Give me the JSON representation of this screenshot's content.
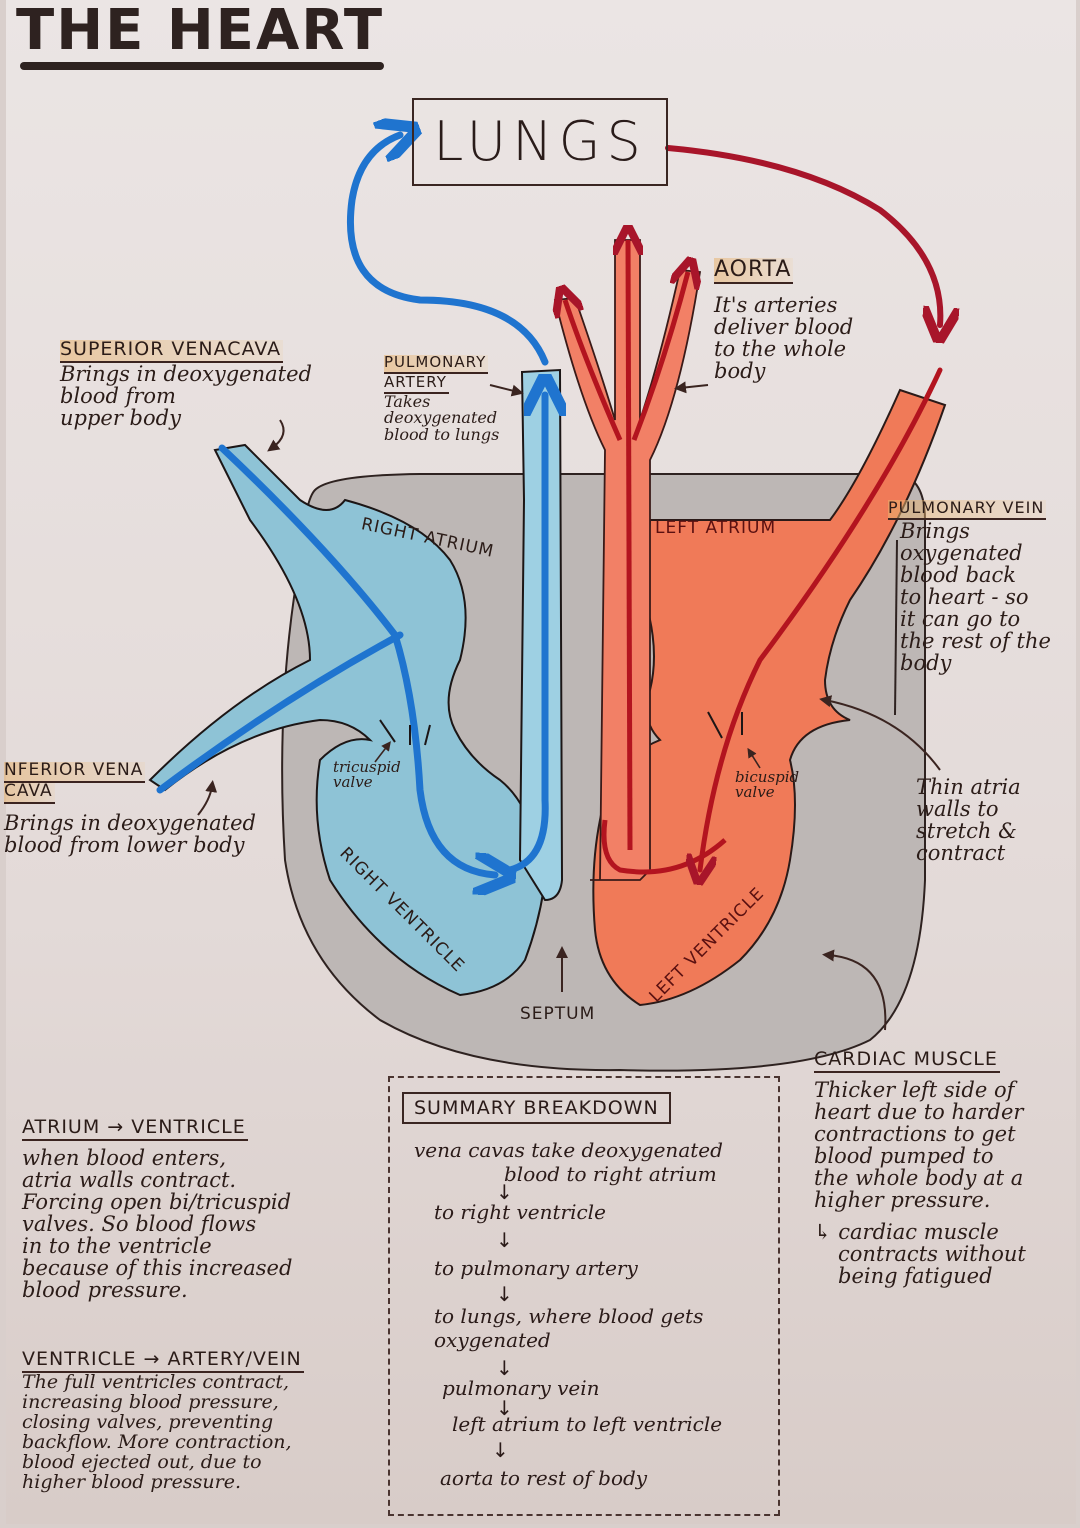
{
  "title": "THE HEART",
  "lungs_label": "LUNGS",
  "colors": {
    "deoxygenated_fill": "#8ec3d6",
    "deoxygenated_line": "#1f74cf",
    "oxygenated_fill": "#f07a58",
    "oxygenated_line": "#b3141f",
    "muscle": "#b8b2b0",
    "highlight": "#e8b26e"
  },
  "chambers": {
    "right_atrium": "RIGHT ATRIUM",
    "left_atrium": "LEFT ATRIUM",
    "right_ventricle": "RIGHT VENTRICLE",
    "left_ventricle": "LEFT VENTRICLE",
    "septum": "SEPTUM",
    "tricuspid": [
      "tricuspid",
      "valve"
    ],
    "bicuspid": [
      "bicuspid",
      "valve"
    ]
  },
  "annotations": {
    "superior_vena_cava": {
      "heading": "SUPERIOR VENACAVA",
      "lines": [
        "Brings in deoxygenated",
        "blood from",
        "upper body"
      ]
    },
    "pulmonary_artery": {
      "heading": [
        "PULMONARY",
        "ARTERY"
      ],
      "lines": [
        "Takes",
        "deoxygenated",
        "blood to lungs"
      ]
    },
    "aorta": {
      "heading": "AORTA",
      "lines": [
        "It's arteries",
        "deliver blood",
        "to the whole",
        "body"
      ]
    },
    "pulmonary_vein": {
      "heading": "PULMONARY VEIN",
      "lines": [
        "Brings",
        "oxygenated",
        "blood back",
        "to heart - so",
        "it can go to",
        "the rest of the",
        "body"
      ]
    },
    "inferior_vena_cava": {
      "heading": [
        "NFERIOR VENA",
        "CAVA"
      ],
      "lines": [
        "Brings in deoxygenated",
        "blood from lower body"
      ]
    },
    "thin_atria": {
      "lines": [
        "Thin atria",
        "walls to",
        "stretch &",
        "contract"
      ]
    },
    "cardiac_muscle": {
      "heading": "CARDIAC MUSCLE",
      "lines": [
        "Thicker left side of",
        "heart due to harder",
        "contractions to get",
        "blood pumped to",
        "the whole body at a",
        "higher pressure."
      ],
      "note": [
        "↳ cardiac muscle",
        "contracts without",
        "being fatigued"
      ]
    },
    "atrium_ventricle": {
      "heading": "ATRIUM → VENTRICLE",
      "lines": [
        "when blood enters,",
        "atria walls contract.",
        "Forcing open bi/tricuspid",
        "valves. So blood flows",
        "in to the ventricle",
        "because of this increased",
        "blood pressure."
      ]
    },
    "ventricle_artery": {
      "heading": "VENTRICLE → ARTERY/VEIN",
      "lines": [
        "The full ventricles contract,",
        "increasing blood pressure,",
        "closing valves, preventing",
        "backflow. More contraction,",
        "blood ejected out, due to",
        "higher blood pressure."
      ]
    }
  },
  "summary": {
    "title": "SUMMARY BREAKDOWN",
    "steps": [
      [
        "vena cavas take deoxygenated",
        "blood to right atrium"
      ],
      [
        "to right ventricle"
      ],
      [
        "to pulmonary artery"
      ],
      [
        "to lungs, where blood gets",
        "oxygenated"
      ],
      [
        "pulmonary vein"
      ],
      [
        "left atrium to left ventricle"
      ],
      [
        "aorta to rest of body"
      ]
    ],
    "arrow": "↓"
  }
}
